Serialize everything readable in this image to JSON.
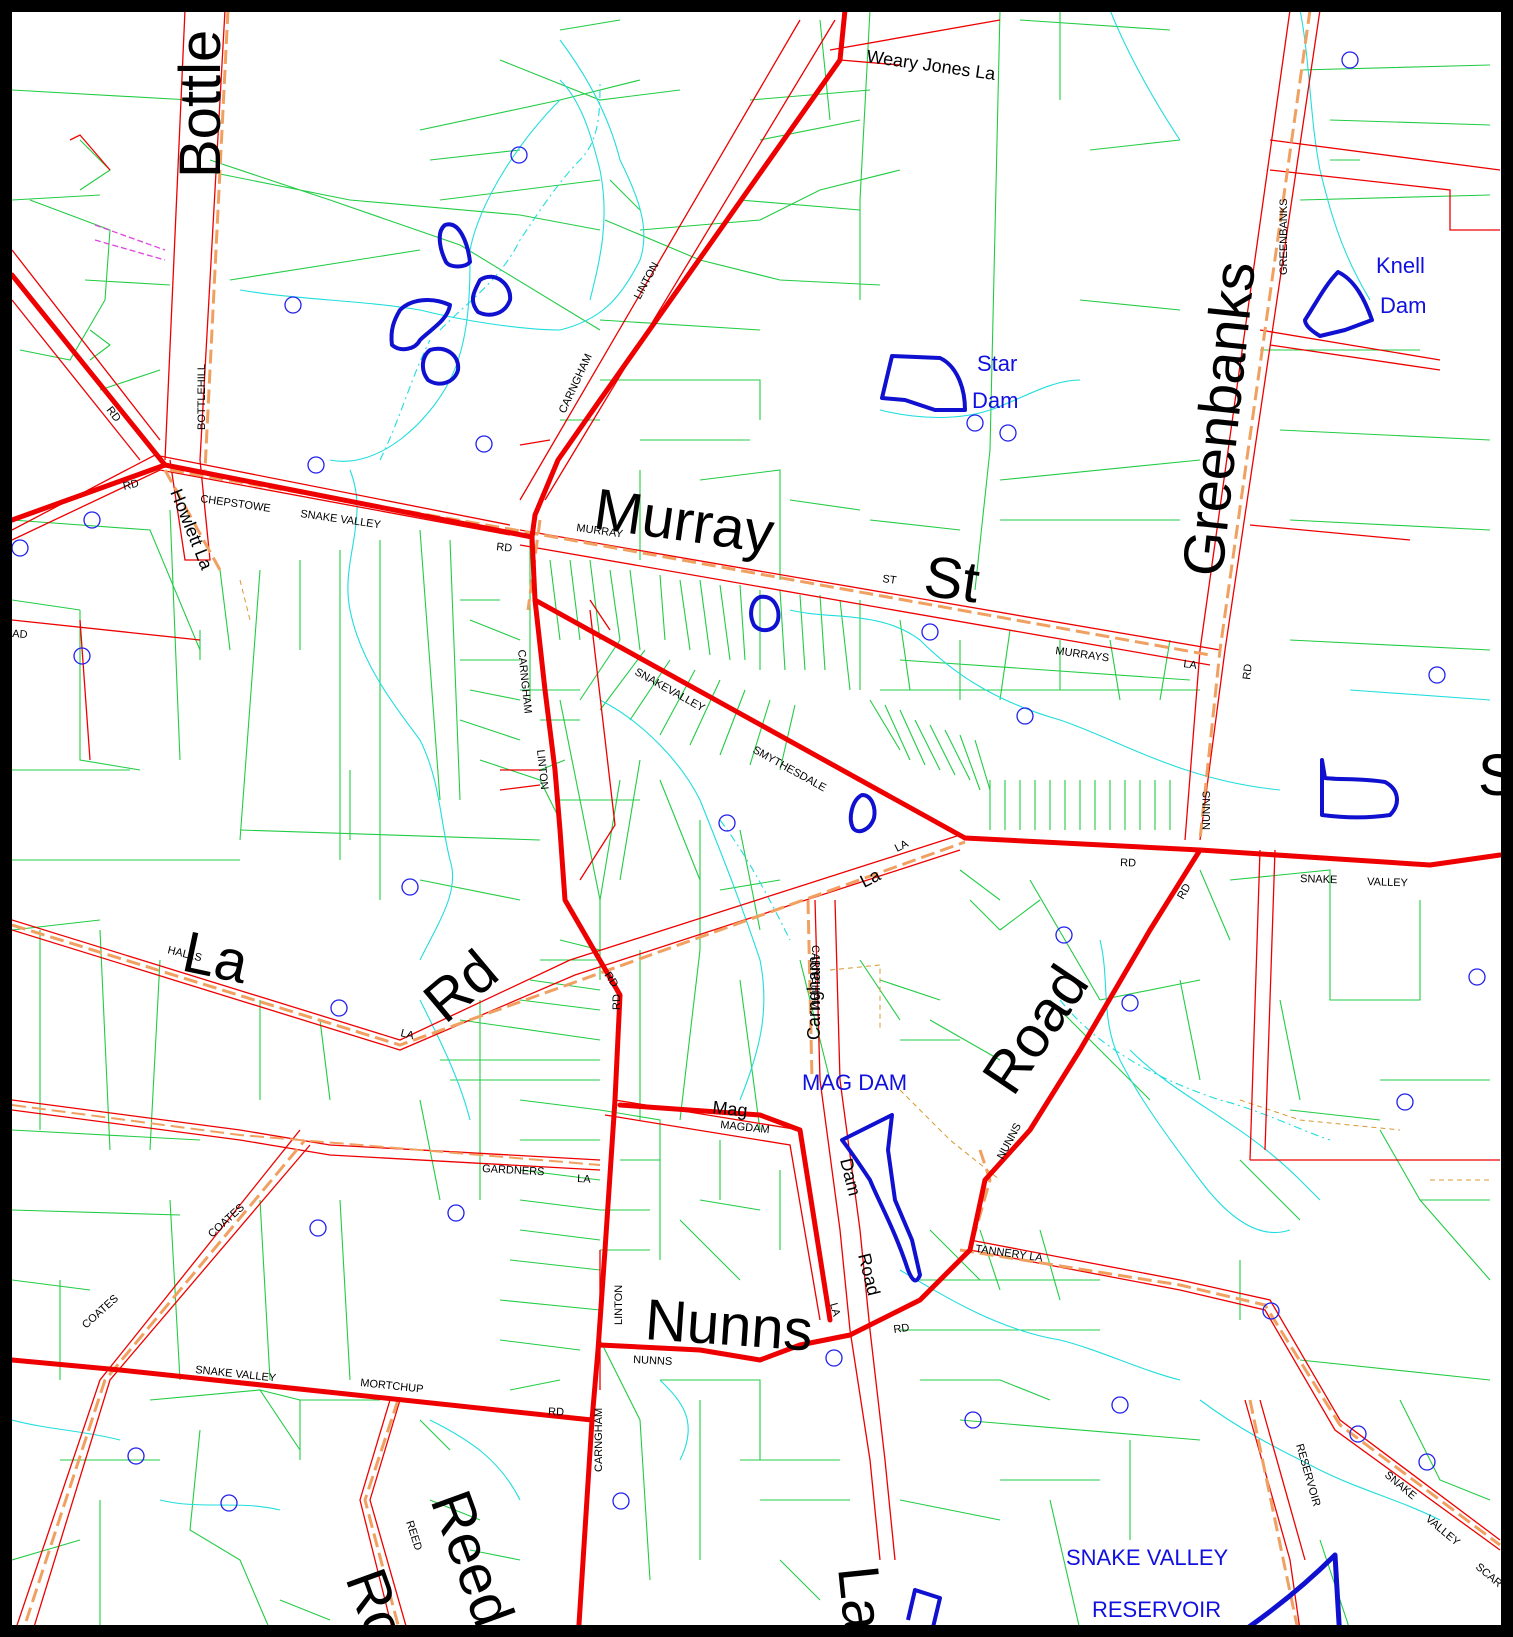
{
  "roads_major": {
    "bottle": "Bottle",
    "murray": "Murray",
    "st": "St",
    "greenbanks": "Greenbanks",
    "la_left": "La",
    "rd_left": "Rd",
    "road_right": "Road",
    "nunns": "Nunns",
    "reed": "Reed",
    "ro_bottom": "Ro",
    "la_bottom": "La",
    "s_edge": "S"
  },
  "roads_medium": {
    "weary_jones": "Weary Jones La",
    "howlett": "Howlett La",
    "mag": "Mag",
    "dam_road_dam": "Dam",
    "dam_road_road": "Road",
    "carngham_vertical": "Carngham",
    "la_diag": "La"
  },
  "roads_small": {
    "rd_1": "RD",
    "rd_2": "RD",
    "bottlehill": "BOTTLEHILL",
    "chepstowe": "CHEPSTOWE",
    "snake_valley_1": "SNAKE VALLEY",
    "rd_3": "RD",
    "murray_small": "MURRAY",
    "carngham_1": "CARNGHAM",
    "linton_1": "LINTON",
    "carngham_2": "CARNGHAM",
    "linton_2": "LINTON",
    "snakevalley_diag": "SNAKEVALLEY",
    "smythesdale": "SMYTHESDALE",
    "la_1": "LA",
    "st_small": "ST",
    "murrays": "MURRAYS",
    "la_2": "LA",
    "rd_4": "RD",
    "greenbanks_small": "GREENBANKS",
    "nunns_1": "NUNNS",
    "rd_5": "RD",
    "rd_6": "RD",
    "snake_1": "SNAKE",
    "valley_1": "VALLEY",
    "halls": "HALLS",
    "la_3": "LA",
    "carngham_3": "CARNGHAM",
    "rd_7": "RD",
    "rd_8": "RD",
    "magdam": "MAGDAM",
    "gardners": "GARDNERS",
    "la_4": "LA",
    "coates_1": "COATES",
    "coates_2": "COATES",
    "nunns_2": "NUNNS",
    "tannery": "TANNERY LA",
    "linton_3": "LINTON",
    "nunns_3": "NUNNS",
    "la_5": "LA",
    "rd_9": "RD",
    "snake_valley_2": "SNAKE VALLEY",
    "mortchup": "MORTCHUP",
    "rd_10": "RD",
    "carngham_4": "CARNGHAM",
    "reservoir": "RESERVOIR",
    "snake_2": "SNAKE",
    "valley_2": "VALLEY",
    "scar": "SCAR",
    "reed_small": "REED",
    "ad_edge": "AD"
  },
  "water_labels": {
    "star": "Star",
    "star_dam": "Dam",
    "knell": "Knell",
    "knell_dam": "Dam",
    "mag_dam": "MAG DAM",
    "snake_valley_reservoir_1": "SNAKE VALLEY",
    "snake_valley_reservoir_2": "RESERVOIR"
  },
  "colors": {
    "major_road": "#ee0000",
    "road_casing": "#f0a060",
    "parcel_boundary": "#22cc44",
    "watercourse": "#22dddd",
    "dam_outline": "#1010d0",
    "water_label": "#1010e0",
    "frame": "#000000"
  }
}
